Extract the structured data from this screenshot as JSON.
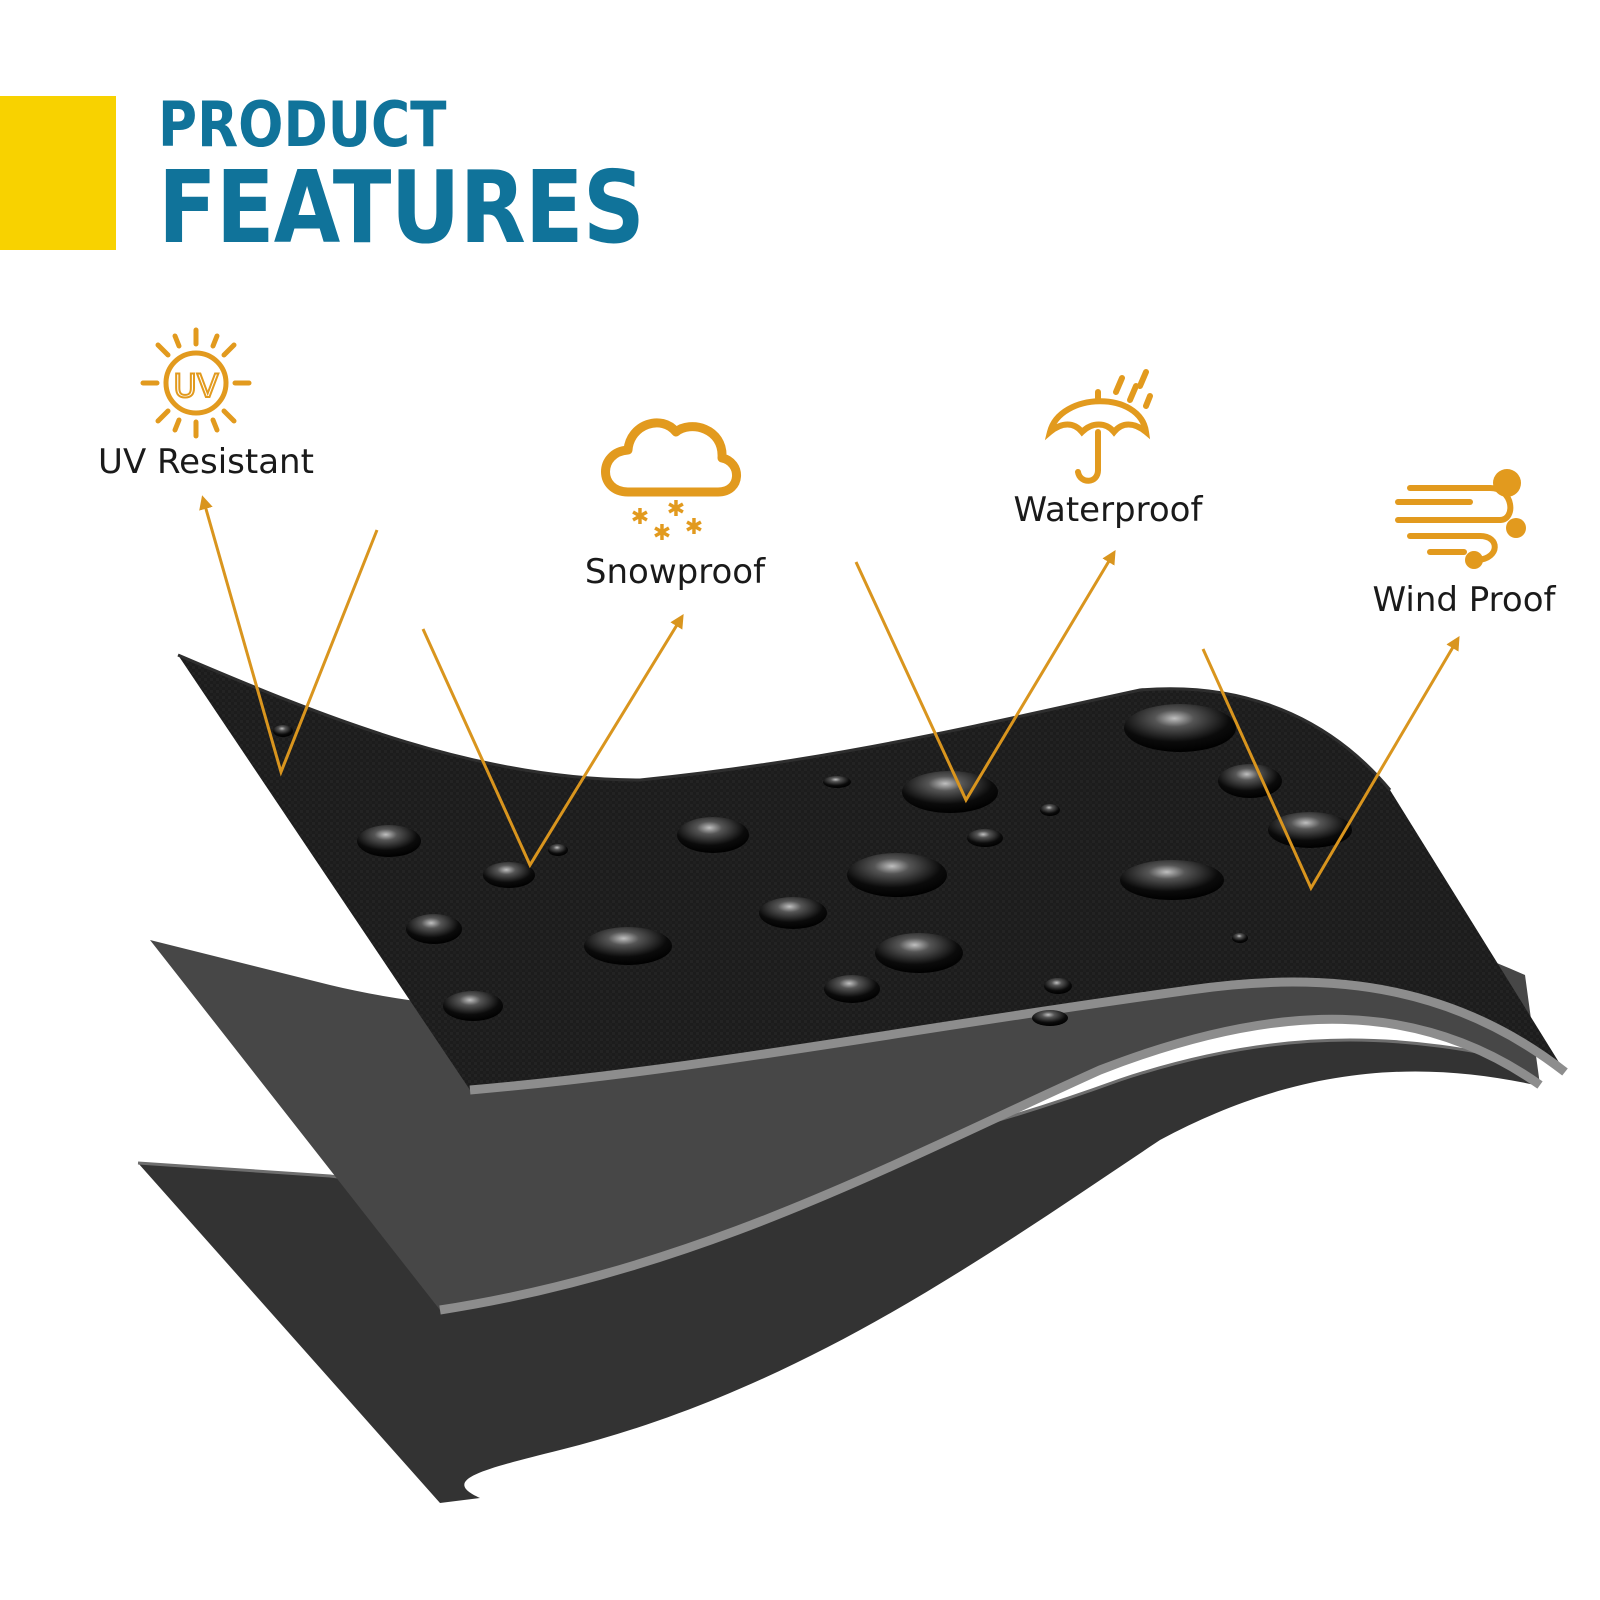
{
  "heading": {
    "line1": "PRODUCT",
    "line2": "FEATURES"
  },
  "colors": {
    "accent_yellow": "#F8D200",
    "heading_blue": "#10739A",
    "icon_orange": "#E29A1E",
    "arrow_orange": "#D9951E"
  },
  "features": [
    {
      "label": "UV Resistant",
      "icon": "uv-sun-icon",
      "icon_text": "UV"
    },
    {
      "label": "Snowproof",
      "icon": "snow-cloud-icon"
    },
    {
      "label": "Waterproof",
      "icon": "umbrella-rain-icon"
    },
    {
      "label": "Wind Proof",
      "icon": "wind-icon"
    }
  ]
}
